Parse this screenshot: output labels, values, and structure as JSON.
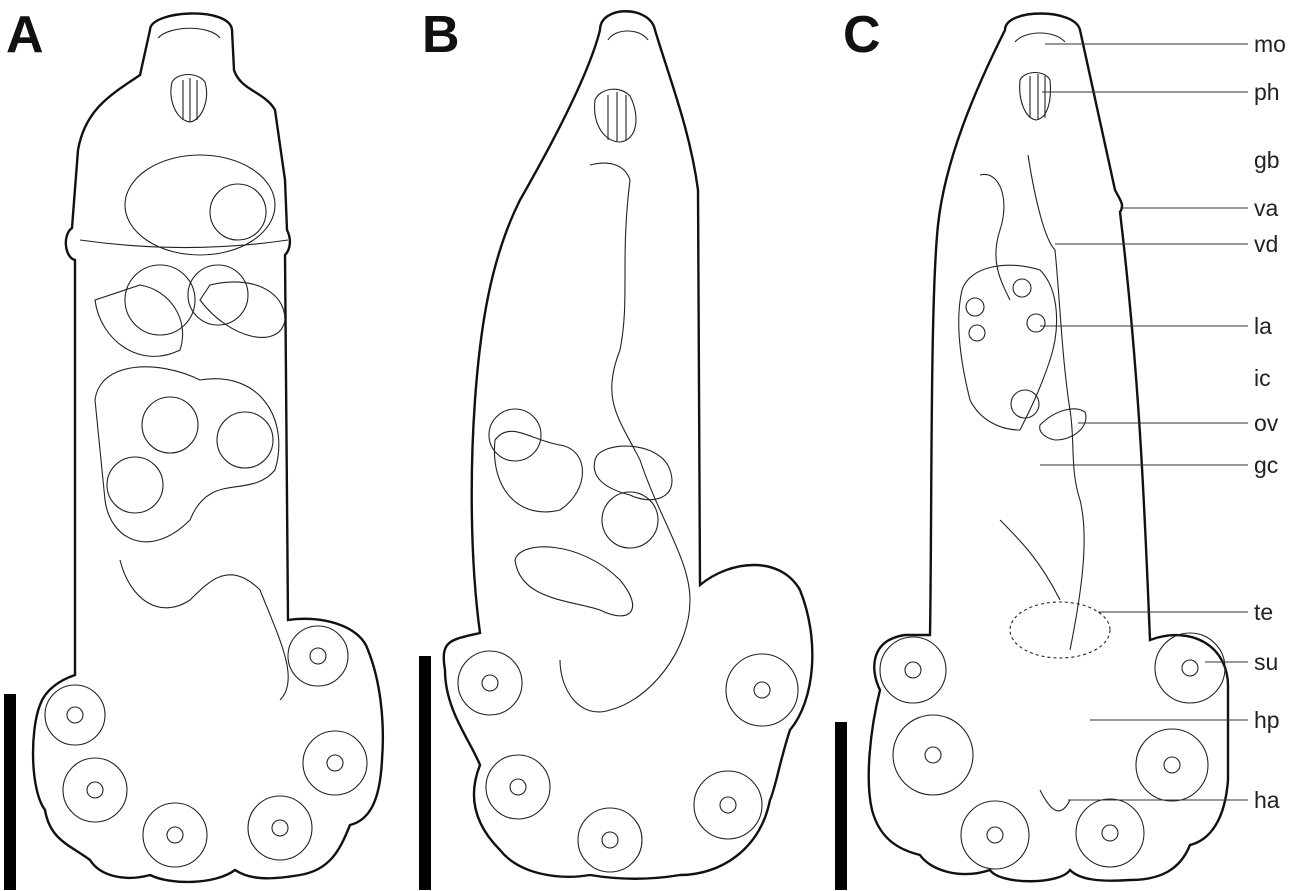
{
  "panels": [
    {
      "letter": "A"
    },
    {
      "letter": "B"
    },
    {
      "letter": "C"
    }
  ],
  "labels": [
    {
      "id": "mo",
      "text": "mo"
    },
    {
      "id": "ph",
      "text": "ph"
    },
    {
      "id": "gb",
      "text": "gb"
    },
    {
      "id": "va",
      "text": "va"
    },
    {
      "id": "vd",
      "text": "vd"
    },
    {
      "id": "la",
      "text": "la"
    },
    {
      "id": "ic",
      "text": "ic"
    },
    {
      "id": "ov",
      "text": "ov"
    },
    {
      "id": "gc",
      "text": "gc"
    },
    {
      "id": "te",
      "text": "te"
    },
    {
      "id": "su",
      "text": "su"
    },
    {
      "id": "hp",
      "text": "hp"
    },
    {
      "id": "ha",
      "text": "ha"
    }
  ],
  "colors": {
    "ink": "#111111",
    "background": "#ffffff"
  }
}
